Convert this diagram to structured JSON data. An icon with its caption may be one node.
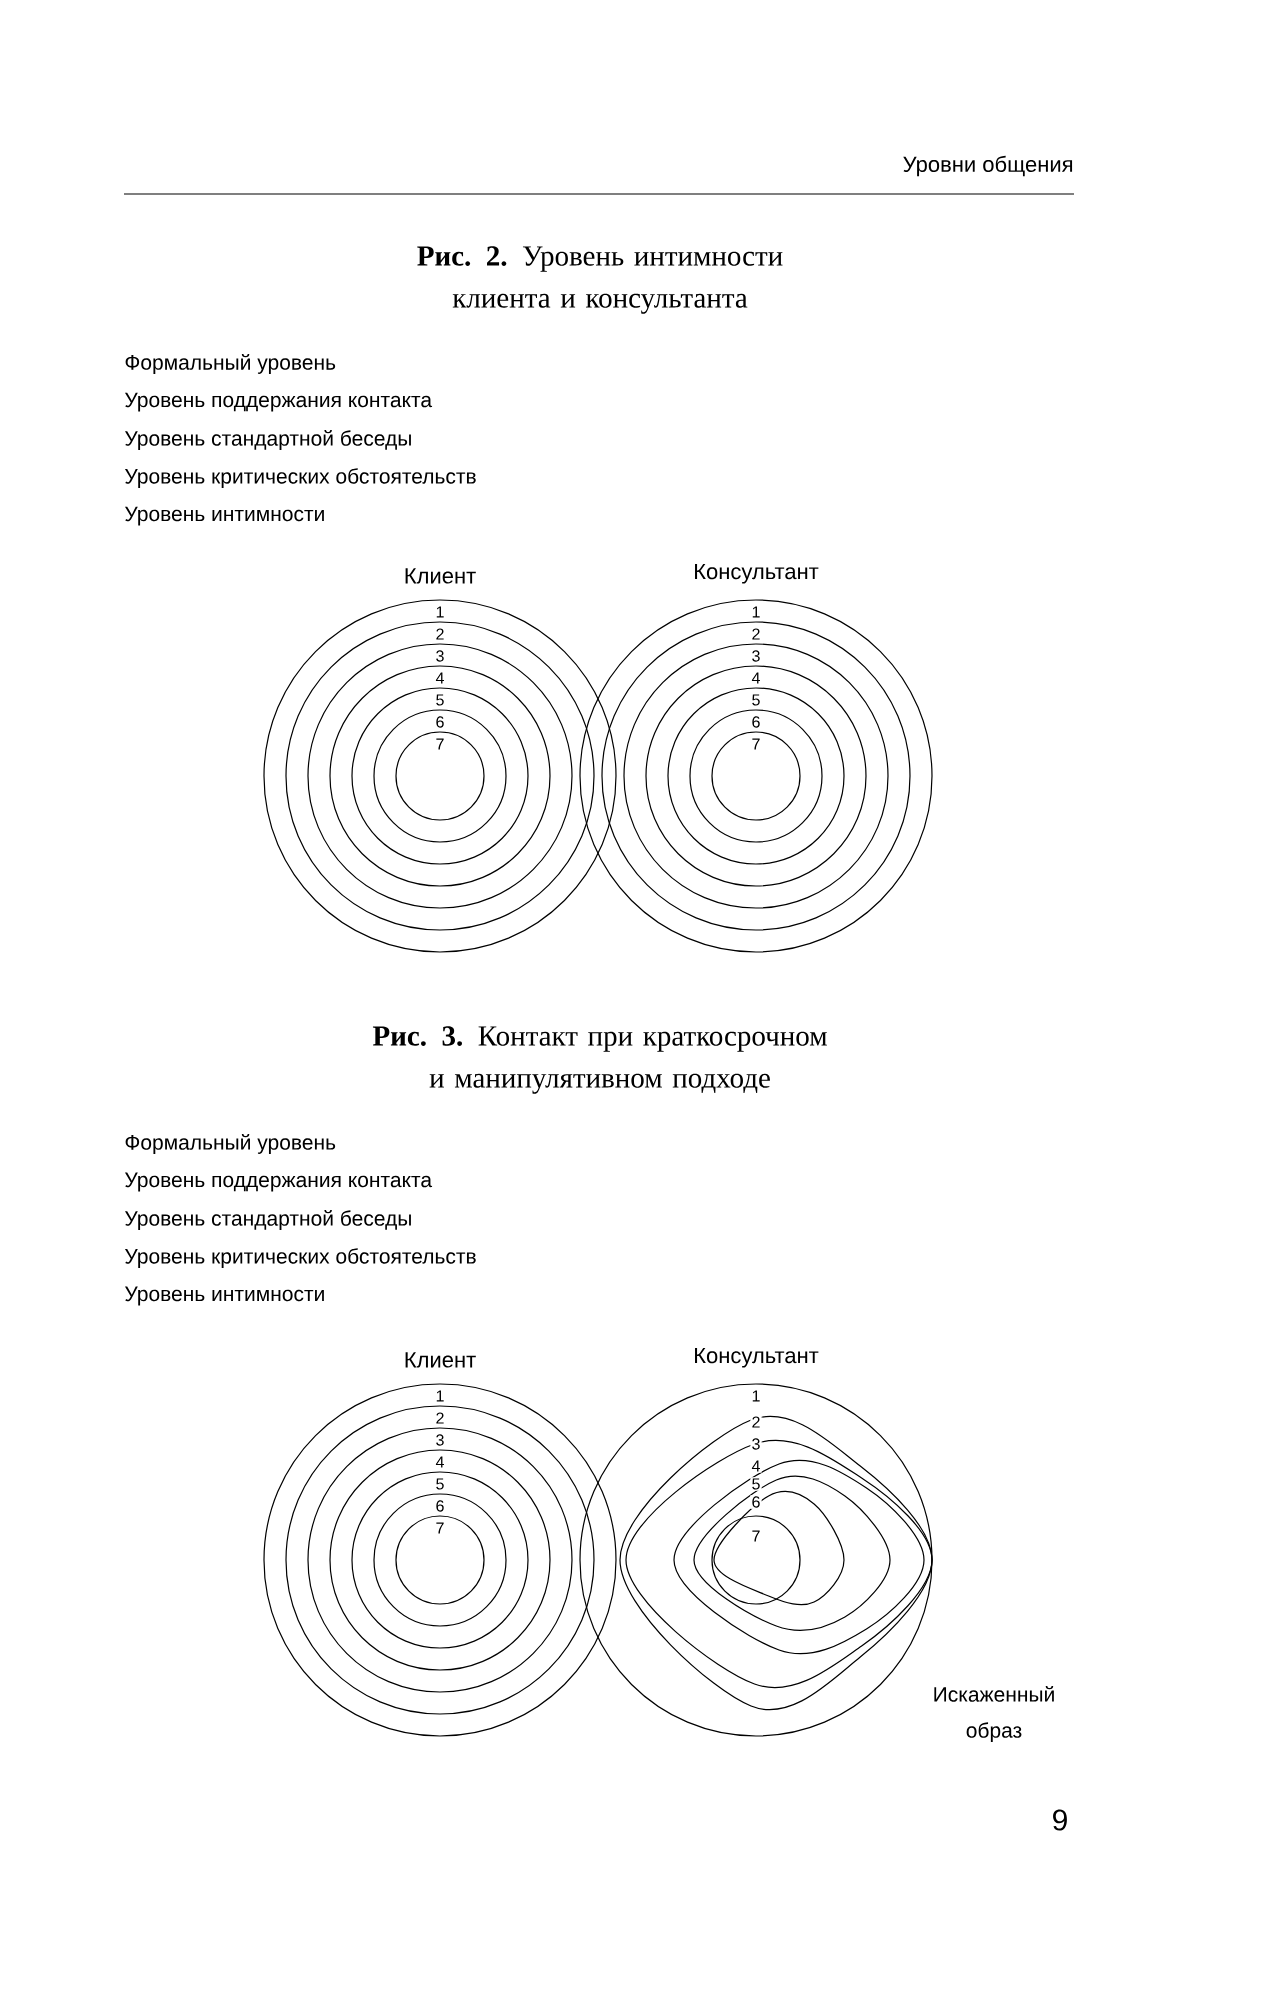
{
  "diagram": {
    "nodes": [
      {
        "text": [
          "Клиент",
          "1"
        ]
      },
      {
        "text": [
          "2"
        ],
        "in": 0
      },
      {
        "text": [
          "3"
        ],
        "in": 1
      },
      {
        "text": [
          "4"
        ],
        "in": 2
      },
      {
        "text": [
          "5"
        ],
        "in": 3
      },
      {
        "text": [
          "6"
        ],
        "in": 4
      },
      {
        "text": [
          "7"
        ],
        "in": 5
      },
      {
        "text": [
          "Консультант",
          "1"
        ]
      },
      {
        "text": [
          "2"
        ],
        "in": 7
      },
      {
        "text": [
          "3"
        ],
        "in": 8
      },
      {
        "text": [
          "4"
        ],
        "in": 9
      },
      {
        "text": [
          "5"
        ],
        "in": 10
      },
      {
        "text": [
          "6"
        ],
        "in": 11
      },
      {
        "text": [
          "7"
        ],
        "in": 12
      },
      {
        "text": [
          "Клиент",
          "1"
        ]
      },
      {
        "text": [
          "2"
        ],
        "in": 14
      },
      {
        "text": [
          "3"
        ],
        "in": 15
      },
      {
        "text": [
          "4"
        ],
        "in": 16
      },
      {
        "text": [
          "5"
        ],
        "in": 17
      },
      {
        "text": [
          "6"
        ],
        "in": 18
      },
      {
        "text": [
          "7"
        ],
        "in": 19
      },
      {
        "text": [
          "Консультант",
          "1"
        ]
      },
      {
        "text": [
          "2"
        ],
        "in": 21
      },
      {
        "text": [
          "3"
        ],
        "in": 22
      },
      {
        "text": [
          "4"
        ],
        "in": 23
      },
      {
        "text": [
          "5"
        ],
        "in": 24
      },
      {
        "text": [
          "6"
        ],
        "in": 25
      },
      {
        "text": [
          "7"
        ],
        "in": 26
      }
    ],
    "labels": [
      "Уровни общения",
      "**Рис. 2.** Уровень интимности клиента и консультанта",
      "Формальный уровень",
      "Уровень поддержания контакта",
      "Уровень стандартной беседы",
      "Уровень критических обстоятельств",
      "Уровень интимности",
      "**Рис. 3.** Контакт при краткосрочном и манипулятивном подходе",
      "Формальный уровень",
      "Уровень поддержания контакта",
      "Уровень стандартной беседы",
      "Уровень критических обстоятельств",
      "Уровень интимности",
      "Искаженный образ",
      "9"
    ]
  }
}
